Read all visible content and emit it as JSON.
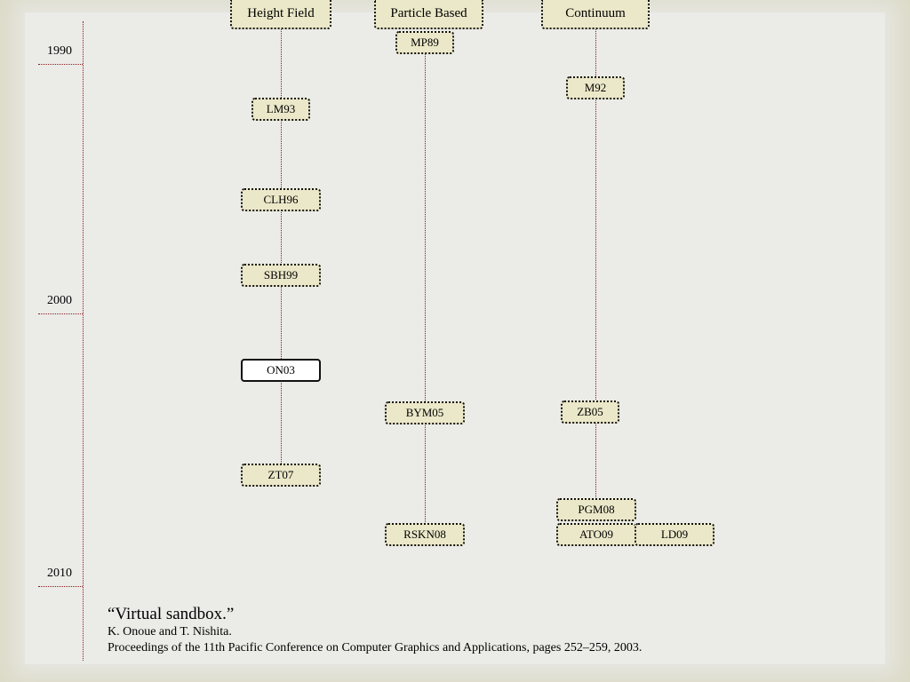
{
  "years": [
    "1990",
    "2000",
    "2010"
  ],
  "columns": {
    "height_field": "Height Field",
    "particle_based": "Particle Based",
    "continuum": "Continuum"
  },
  "nodes": {
    "MP89": "MP89",
    "M92": "M92",
    "LM93": "LM93",
    "CLH96": "CLH96",
    "SBH99": "SBH99",
    "ON03": "ON03",
    "BYM05": "BYM05",
    "ZB05": "ZB05",
    "ZT07": "ZT07",
    "PGM08": "PGM08",
    "RSKN08": "RSKN08",
    "ATO09": "ATO09",
    "LD09": "LD09"
  },
  "highlighted_node": "ON03",
  "citation": {
    "title": "“Virtual sandbox.”",
    "authors": "K. Onoue and T. Nishita.",
    "venue": "Proceedings of the 11th Pacific Conference on Computer Graphics and Applications, pages 252–259, 2003."
  }
}
